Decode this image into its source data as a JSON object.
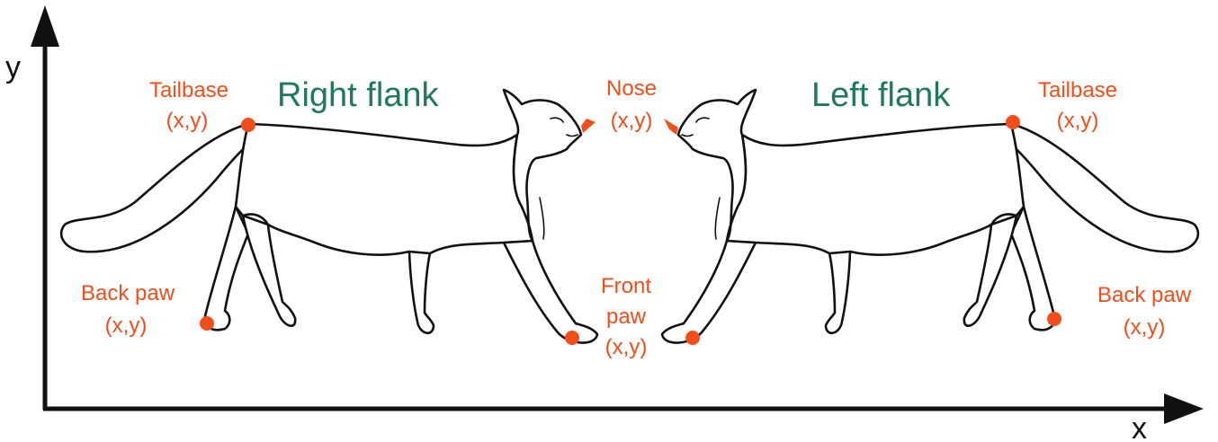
{
  "colors": {
    "keypoint": "#f04e1b",
    "title": "#1f7a5a",
    "ink": "#111111"
  },
  "axes": {
    "x_label": "x",
    "y_label": "y"
  },
  "titles": {
    "right_flank": "Right flank",
    "left_flank": "Left flank"
  },
  "labels": {
    "tailbase_right": {
      "name": "Tailbase",
      "coords": "(x,y)"
    },
    "tailbase_left": {
      "name": "Tailbase",
      "coords": "(x,y)"
    },
    "nose": {
      "name": "Nose",
      "coords": "(x,y)"
    },
    "back_paw_right": {
      "name": "Back paw",
      "coords": "(x,y)"
    },
    "back_paw_left": {
      "name": "Back paw",
      "coords": "(x,y)"
    },
    "front_paw": {
      "line1": "Front",
      "line2": "paw",
      "coords": "(x,y)"
    }
  },
  "icons": {
    "keypoint": "keypoint-dot-icon",
    "arrow": "pointer-arrow-icon",
    "cat": "cat-outline-icon"
  }
}
